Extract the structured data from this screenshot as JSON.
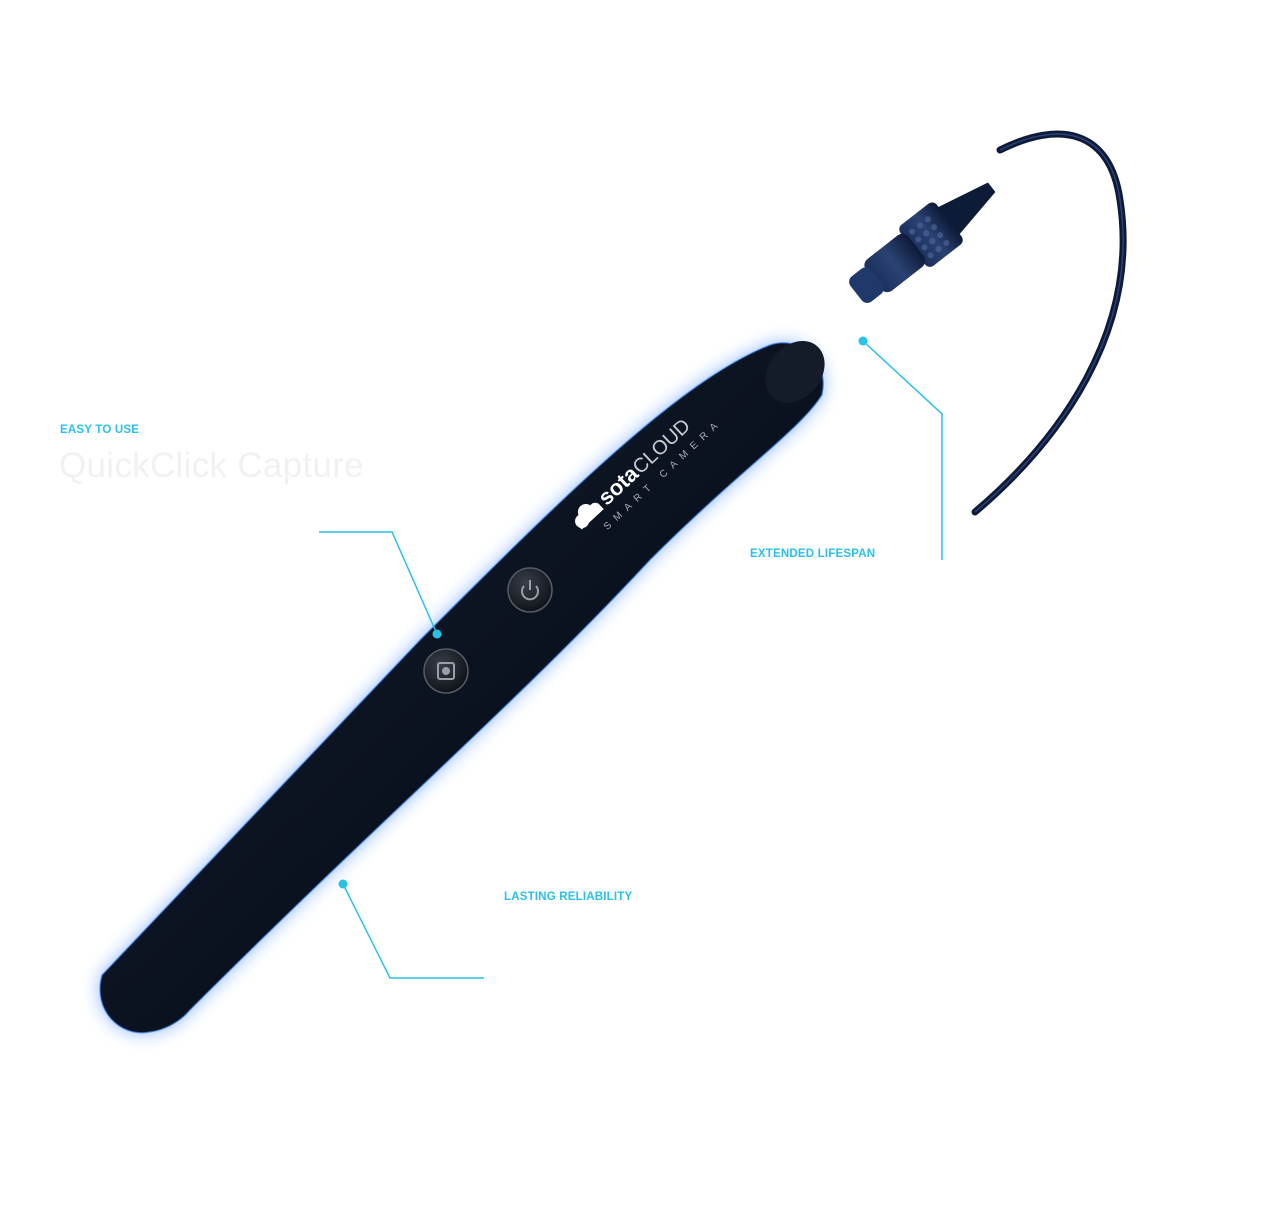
{
  "colors": {
    "background": "#ffffff",
    "accent": "#29c1e6",
    "title_muted": "#f1f1f1",
    "device_body": "#0b1220",
    "device_glow": "#2f7cff",
    "cable": "#0e1a36"
  },
  "product": {
    "brand_bold": "sota",
    "brand_light": "CLOUD",
    "subtitle": "SMART CAMERA",
    "logo_icon": "cloud-hand-icon",
    "button_icons": [
      "power-icon",
      "capture-icon"
    ]
  },
  "features": [
    {
      "eyebrow": "EASY TO USE",
      "title": "QuickClick Capture"
    },
    {
      "eyebrow": "EXTENDED LIFESPAN"
    },
    {
      "eyebrow": "LASTING RELIABILITY"
    }
  ]
}
